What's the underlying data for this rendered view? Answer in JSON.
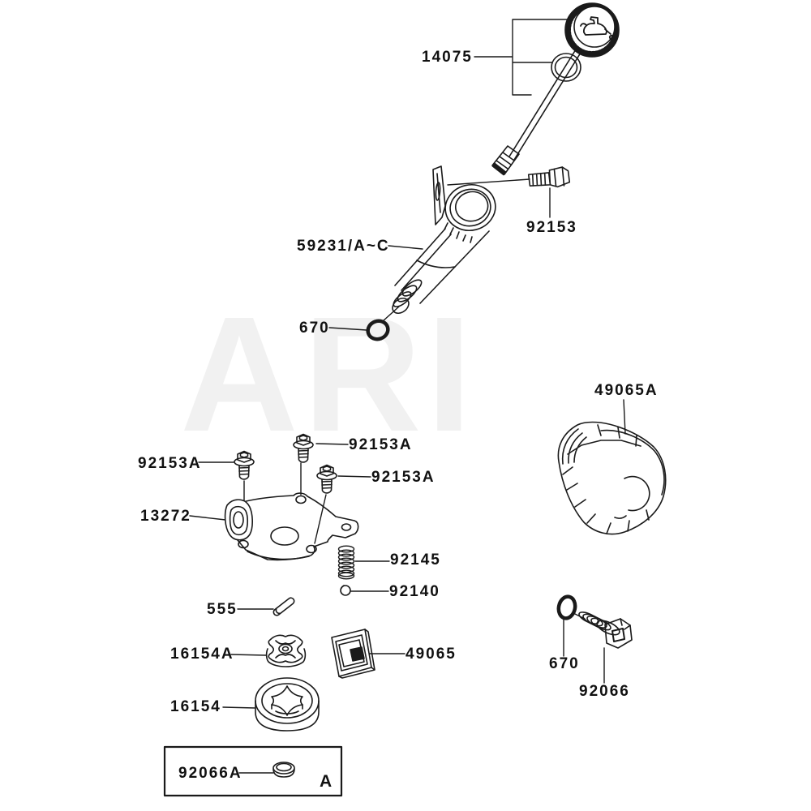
{
  "watermark": {
    "text": "ARI"
  },
  "callouts": {
    "dipstick_assy": "14075",
    "tube_bolt": "92153",
    "fill_tube": "59231/A~C",
    "tube_oring": "670",
    "oil_filter": "49065A",
    "plate_bolt_top": "92153A",
    "plate_bolt_left": "92153A",
    "plate_bolt_right": "92153A",
    "pump_plate": "13272",
    "relief_spring": "92145",
    "relief_ball": "92140",
    "dowel_pin": "555",
    "inner_rotor": "16154A",
    "oil_screen": "49065",
    "outer_rotor": "16154",
    "plug_oring": "670",
    "drain_plug": "92066",
    "plug_washer": "92066A",
    "reference_letter": "A"
  },
  "colors": {
    "line": "#1a1a1a",
    "watermark": "#f1f1f1",
    "background": "#ffffff"
  }
}
